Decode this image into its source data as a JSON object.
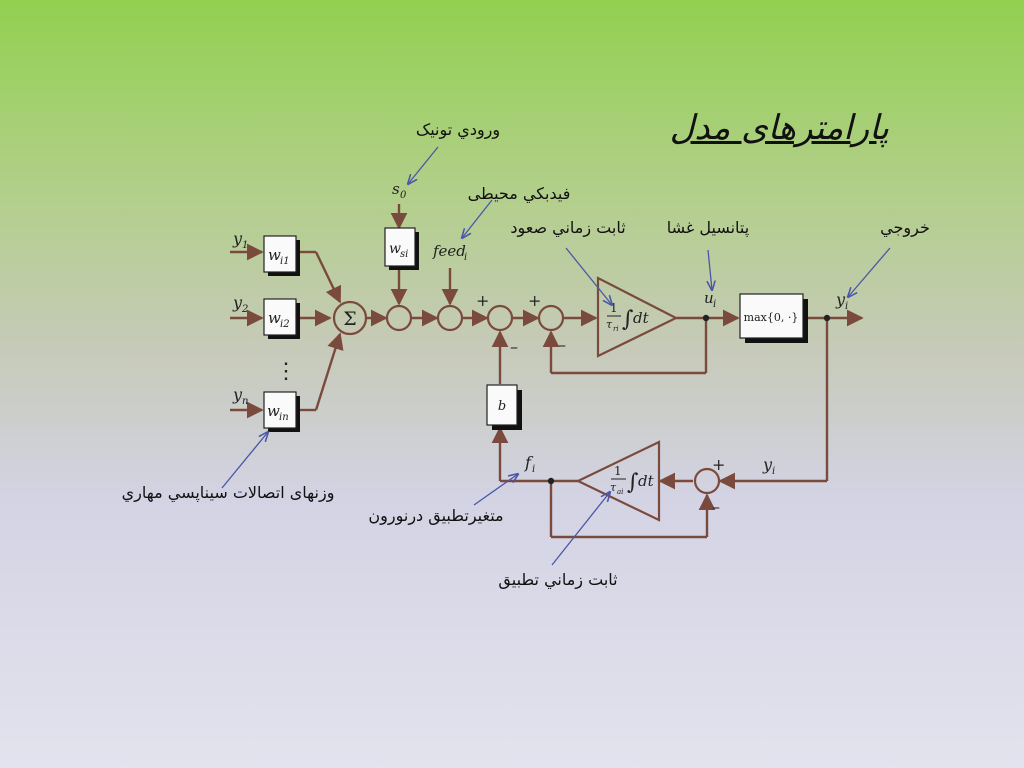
{
  "slide": {
    "title": "پارامترهای مدل"
  },
  "labels": {
    "tonic_input": "ورودي تونيک",
    "env_feedback": "فيدبکي محيطی",
    "rise_time_constant": "ثابت زماني صعود",
    "membrane_potential": "پتانسيل غشا",
    "output": "خروجي",
    "synaptic_weights": "وزنهای اتصالات سيناپسي مهاري",
    "adaptation_variable": "متغيرتطبيق درنورون",
    "adaptation_time_constant": "ثابت زماني تطبيق"
  },
  "symbols": {
    "y1": "y",
    "y1_sub": "1",
    "y2": "y",
    "y2_sub": "2",
    "yn": "y",
    "yn_sub": "n",
    "wi1": "w",
    "wi1_sub": "i1",
    "wi2": "w",
    "wi2_sub": "i2",
    "win": "w",
    "win_sub": "in",
    "vdots": "⋮",
    "sigma": "Σ",
    "s0": "s",
    "s0_sub": "0",
    "wsi": "w",
    "wsi_sub": "si",
    "feed": "feed",
    "feed_sub": "i",
    "plus": "+",
    "minus": "–",
    "frac_num": "1",
    "tau_r": "τ",
    "tau_r_sub": "ri",
    "tau_a": "τ",
    "tau_a_sub": "ai",
    "integral": "∫",
    "dt": "dt",
    "ui": "u",
    "ui_sub": "i",
    "max": "max{0, ·}",
    "yi": "y",
    "yi_sub": "i",
    "b": "b",
    "fi": "f",
    "fi_sub": "i"
  },
  "colors": {
    "wire": "#7a4a3c",
    "pointer": "#4a57a8",
    "box_shadow": "#111111"
  }
}
